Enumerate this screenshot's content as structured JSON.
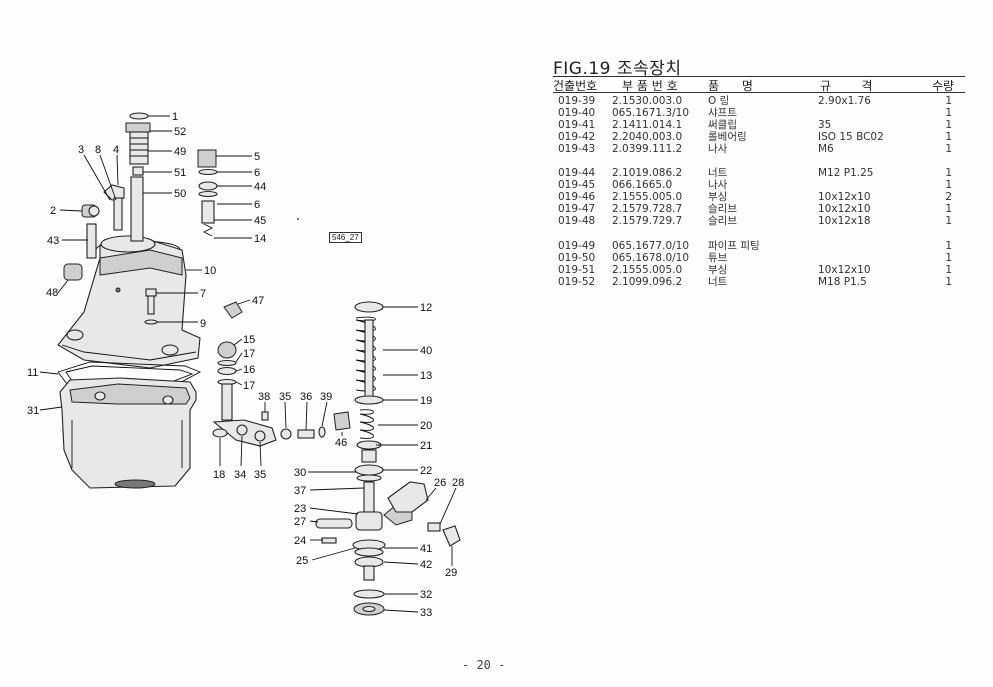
{
  "figure": {
    "title": "FIG.19 조속장치",
    "code": "546_27",
    "page_number": "- 20 -"
  },
  "table": {
    "headers": {
      "no": "건출번호",
      "part": "부 품 번 호",
      "name": "품      명",
      "spec": "규        격",
      "qty": "수량"
    },
    "rows": [
      {
        "no": "019-39",
        "part": "2.1530.003.0",
        "name": "O 링",
        "spec": "2.90x1.76",
        "qty": "1"
      },
      {
        "no": "019-40",
        "part": "065.1671.3/10",
        "name": "샤프트",
        "spec": "",
        "qty": "1"
      },
      {
        "no": "019-41",
        "part": "2.1411.014.1",
        "name": "써클립",
        "spec": "35",
        "qty": "1"
      },
      {
        "no": "019-42",
        "part": "2.2040.003.0",
        "name": "롤베어링",
        "spec": "ISO 15 BC02",
        "qty": "1"
      },
      {
        "no": "019-43",
        "part": "2.0399.111.2",
        "name": "나사",
        "spec": "M6",
        "qty": "1"
      },
      {
        "no": "019-44",
        "part": "2.1019.086.2",
        "name": "너트",
        "spec": "M12 P1.25",
        "qty": "1"
      },
      {
        "no": "019-45",
        "part": "066.1665.0",
        "name": "나사",
        "spec": "",
        "qty": "1"
      },
      {
        "no": "019-46",
        "part": "2.1555.005.0",
        "name": "부싱",
        "spec": "10x12x10",
        "qty": "2"
      },
      {
        "no": "019-47",
        "part": "2.1579.728.7",
        "name": "슬리브",
        "spec": "10x12x10",
        "qty": "1"
      },
      {
        "no": "019-48",
        "part": "2.1579.729.7",
        "name": "슬리브",
        "spec": "10x12x18",
        "qty": "1"
      },
      {
        "no": "019-49",
        "part": "065.1677.0/10",
        "name": "파이프 피팅",
        "spec": "",
        "qty": "1"
      },
      {
        "no": "019-50",
        "part": "065.1678.0/10",
        "name": "튜브",
        "spec": "",
        "qty": "1"
      },
      {
        "no": "019-51",
        "part": "2.1555.005.0",
        "name": "부싱",
        "spec": "10x12x10",
        "qty": "1"
      },
      {
        "no": "019-52",
        "part": "2.1099.096.2",
        "name": "너트",
        "spec": "M18 P1.5",
        "qty": "1"
      }
    ]
  },
  "callouts": [
    "1",
    "52",
    "49",
    "51",
    "50",
    "5",
    "6",
    "44",
    "6",
    "45",
    "14",
    "3",
    "8",
    "4",
    "2",
    "43",
    "48",
    "10",
    "7",
    "9",
    "47",
    "15",
    "17",
    "16",
    "17",
    "11",
    "31",
    "38",
    "35",
    "36",
    "39",
    "46",
    "18",
    "34",
    "35",
    "12",
    "40",
    "13",
    "19",
    "20",
    "21",
    "22",
    "30",
    "37",
    "23",
    "27",
    "24",
    "25",
    "26",
    "28",
    "41",
    "42",
    "29",
    "32",
    "33"
  ]
}
